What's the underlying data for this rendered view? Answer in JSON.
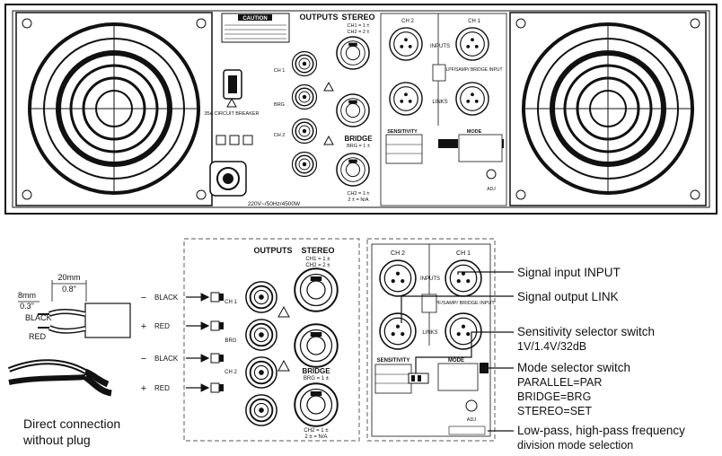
{
  "rear_panel": {
    "outputs_title": "OUTPUTS",
    "stereo_title": "STEREO",
    "stereo_line1": "CH1 = 1 ±",
    "stereo_line2": "CH2 = 2 ±",
    "bridge_title": "BRIDGE",
    "bridge_line": "BRG = 1 ±",
    "ch2_line1": "CH2 = 1 ±",
    "ch2_line2": "2 ± = N/A",
    "ch1": "CH 1",
    "brg": "BRG",
    "ch2": "CH 2",
    "breaker": "35A CIRCUIT BREAKER",
    "power": "220V~/50Hz/4500W",
    "caution": "CAUTION",
    "inputs": "INPUTS",
    "links": "LINKS",
    "input_ch2": "CH 2",
    "input_ch1": "CH 1",
    "lpf_label": "LPF/SAMP/ BRIDGE INPUT",
    "sensitivity": "SENSITIVITY",
    "mode": "MODE",
    "adj": "ADJ"
  },
  "wire": {
    "dim_20mm": "20mm",
    "dim_08": "0.8\"",
    "dim_8mm": "8mm",
    "dim_03": "0.3\"",
    "black": "BLACK",
    "red": "RED"
  },
  "wire_labels": [
    {
      "sign": "−",
      "color": "BLACK"
    },
    {
      "sign": "+",
      "color": "RED"
    },
    {
      "sign": "−",
      "color": "BLACK"
    },
    {
      "sign": "+",
      "color": "RED"
    }
  ],
  "caption_direct": [
    "Direct connection",
    "without plug"
  ],
  "callouts": [
    {
      "lines": [
        "Signal input INPUT"
      ]
    },
    {
      "lines": [
        "Signal output LINK"
      ]
    },
    {
      "lines": [
        "Sensitivity selector switch",
        "1V/1.4V/32dB"
      ]
    },
    {
      "lines": [
        "Mode selector switch",
        "PARALLEL=PAR",
        "BRIDGE=BRG",
        "STEREO=SET"
      ]
    },
    {
      "lines": [
        "Low-pass, high-pass frequency",
        "division mode selection"
      ]
    }
  ]
}
